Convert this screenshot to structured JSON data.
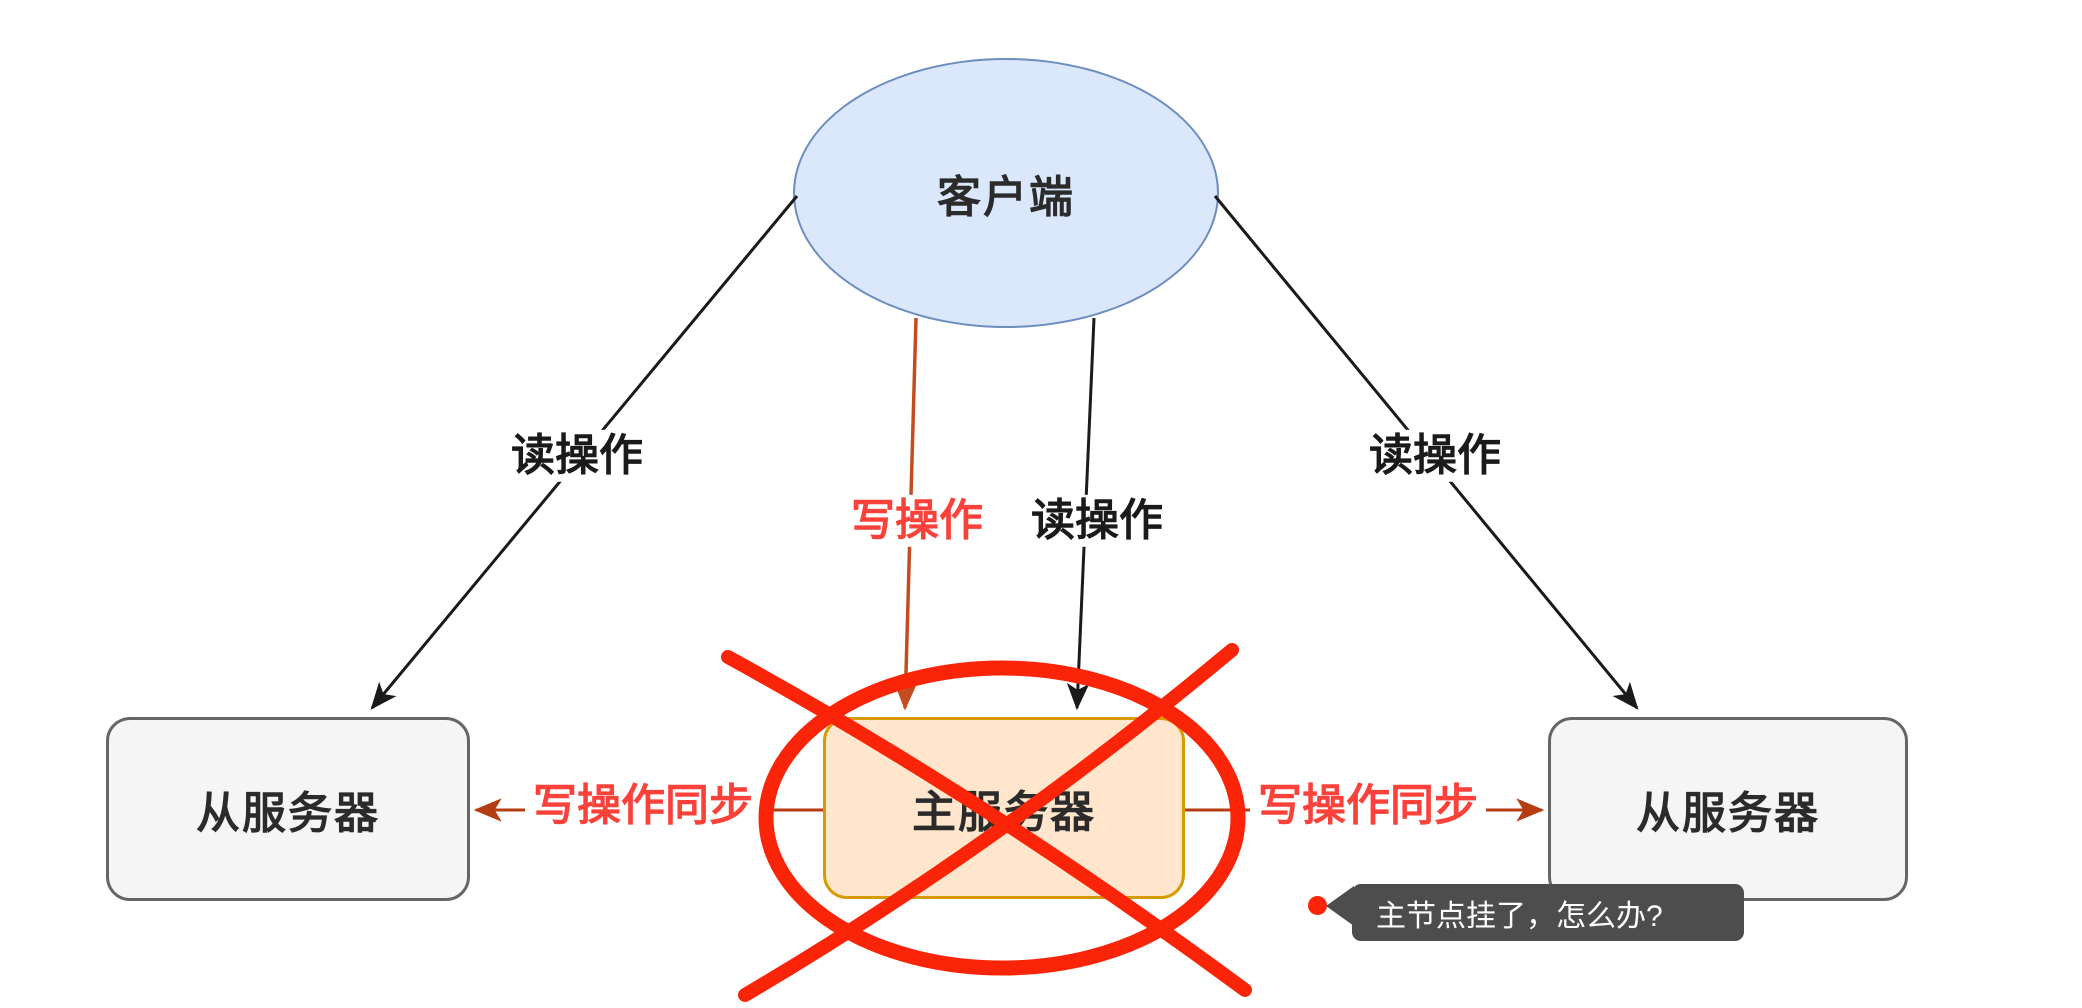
{
  "diagram": {
    "nodes": {
      "client": {
        "label": "客户端"
      },
      "master": {
        "label": "主服务器"
      },
      "slave_left": {
        "label": "从服务器"
      },
      "slave_right": {
        "label": "从服务器"
      }
    },
    "edges": {
      "read_left": {
        "label": "读操作"
      },
      "read_center": {
        "label": "读操作"
      },
      "read_right": {
        "label": "读操作"
      },
      "write": {
        "label": "写操作"
      },
      "sync_left": {
        "label": "写操作同步"
      },
      "sync_right": {
        "label": "写操作同步"
      }
    },
    "callout": {
      "text": "主节点挂了，怎么办?"
    }
  },
  "colors": {
    "page_bg": "#ffffff",
    "client_fill": "#dbe8fc",
    "client_stroke": "#6c8ebf",
    "master_fill": "#ffe6cc",
    "master_stroke": "#d79b00",
    "slave_fill": "#f5f5f5",
    "slave_stroke": "#666666",
    "node_text": "#2b2b2b",
    "edge_text": "#1a1a1a",
    "edge_black": "#1a1a1a",
    "write_arrow": "#c54c20",
    "sync_arrow": "#b63c12",
    "label_red": "#fa423b",
    "annotation_red": "#fa2508",
    "tooltip_bg": "#4d4d4d",
    "tooltip_text": "#ffffff"
  }
}
